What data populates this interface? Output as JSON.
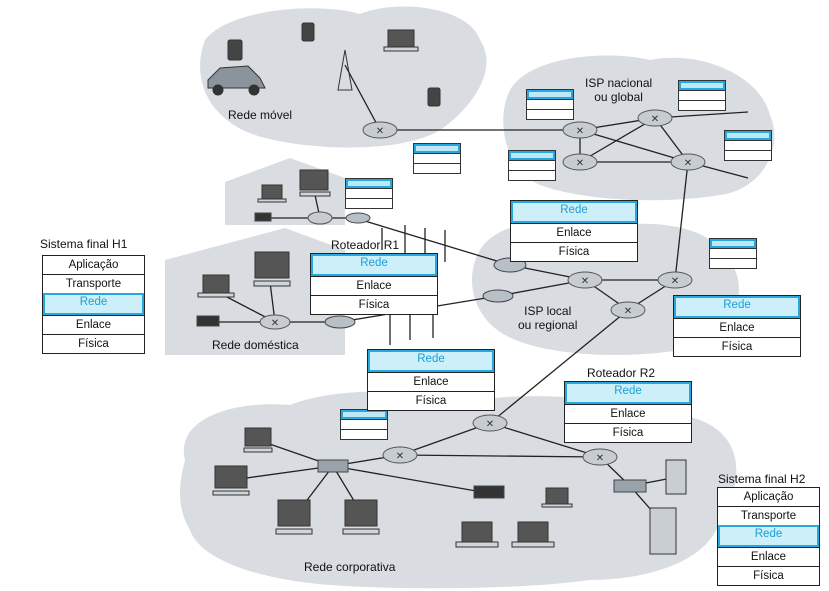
{
  "regions": {
    "mobile": "Rede móvel",
    "isp_global": "ISP nacional\nou global",
    "isp_local": "ISP local\nou regional",
    "home": "Rede doméstica",
    "corporate": "Rede corporativa"
  },
  "router_r1": {
    "title": "Roteador R1",
    "layers": [
      "Rede",
      "Enlace",
      "Física"
    ]
  },
  "router_r2": {
    "title": "Roteador R2",
    "layers": [
      "Rede",
      "Enlace",
      "Física"
    ]
  },
  "host_h1": {
    "title": "Sistema final H1",
    "layers": [
      "Aplicação",
      "Transporte",
      "Rede",
      "Enlace",
      "Física"
    ]
  },
  "host_h2": {
    "title": "Sistema final H2",
    "layers": [
      "Aplicação",
      "Transporte",
      "Rede",
      "Enlace",
      "Física"
    ]
  },
  "isp_local_router_stack": {
    "layers": [
      "Rede",
      "Enlace",
      "Física"
    ]
  },
  "isp_local_right_stack": {
    "layers": [
      "Rede",
      "Enlace",
      "Física"
    ]
  },
  "corporate_uplink_stack": {
    "layers": [
      "Rede",
      "Enlace",
      "Física"
    ]
  },
  "colors": {
    "highlight": "#26a9e0",
    "highlight_fill": "#cdeffa",
    "cloud": "#d9dde1"
  }
}
